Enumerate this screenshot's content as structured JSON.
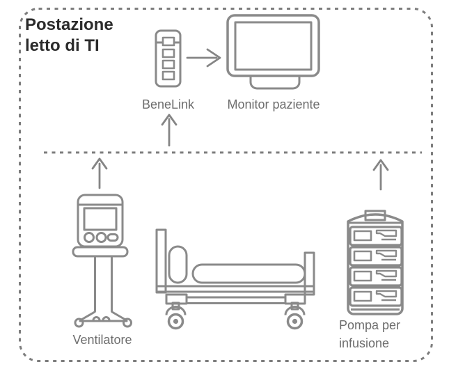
{
  "station": {
    "title": "Postazione letto di TI",
    "devices": {
      "benelink": {
        "label": "BeneLink"
      },
      "monitor": {
        "label": "Monitor paziente"
      },
      "ventilator": {
        "label": "Ventilatore"
      },
      "infusion_pump": {
        "label": "Pompa per infusione"
      }
    },
    "connections": [
      {
        "from": "BeneLink",
        "to": "Monitor paziente",
        "direction": "right"
      },
      {
        "from": "device bus",
        "to": "BeneLink",
        "direction": "up"
      },
      {
        "from": "Ventilatore",
        "to": "device bus",
        "direction": "up"
      },
      {
        "from": "Pompa per infusione",
        "to": "device bus",
        "direction": "up"
      }
    ],
    "colors": {
      "outline": "#8a8a8a",
      "dashed_border": "#7d7d7d",
      "label_text": "#6d6d6d",
      "title_text": "#2b2b2b",
      "background": "#ffffff"
    }
  }
}
